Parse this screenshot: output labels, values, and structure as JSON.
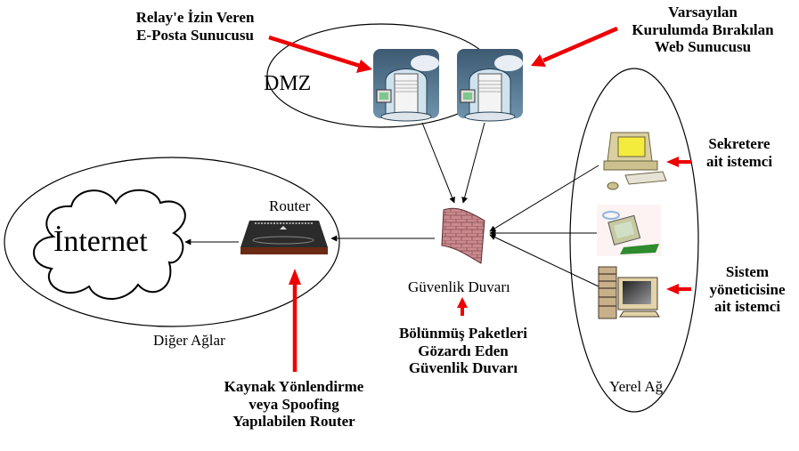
{
  "diagram": {
    "title_zones": {
      "dmz": "DMZ",
      "other_networks": "Diğer Ağlar",
      "local_network": "Yerel Ağ"
    },
    "nodes": {
      "internet": "İnternet",
      "router": "Router",
      "firewall": "Güvenlik Duvarı",
      "mail_server_icon": "server-icon",
      "web_server_icon": "server-icon",
      "secretary_client_icon": "desktop-computer-icon",
      "middle_client_icon": "cartoon-computer-icon",
      "admin_client_icon": "tower-computer-icon"
    },
    "annotations": {
      "mail_server": "Relay'e İzin Veren\nE-Posta Sunucusu",
      "web_server": "Varsayılan\nKurulumda Bırakılan\nWeb Sunucusu",
      "secretary_client": "Sekretere\nait istemci",
      "admin_client": "Sistem\nyöneticisine\nait istemci",
      "firewall": "Bölünmüş Paketleri\nGözardı Eden\nGüvenlik Duvarı",
      "router": "Kaynak Yönlendirme\nveya Spoofing\nYapılabilen Router"
    },
    "colors": {
      "annotation_arrow": "#ee0000",
      "line": "#000000",
      "router_body": "#2b2b2b",
      "router_base": "#6b2a14",
      "firewall_brick": "#c98a8e",
      "screen_yellow": "#f4ec3c",
      "computer_beige": "#d9cfa0"
    }
  }
}
